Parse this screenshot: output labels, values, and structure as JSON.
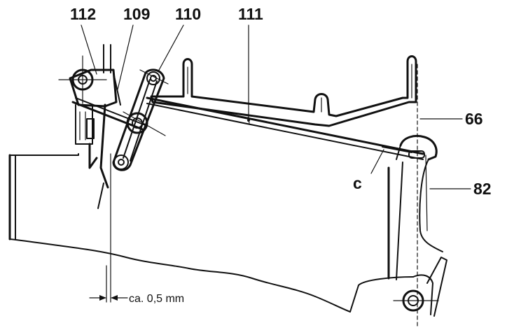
{
  "labels": {
    "l112": "112",
    "l109": "109",
    "l110": "110",
    "l111": "111",
    "l66": "66",
    "l82": "82",
    "lc": "c",
    "clearance": "ca. 0,5 mm"
  }
}
